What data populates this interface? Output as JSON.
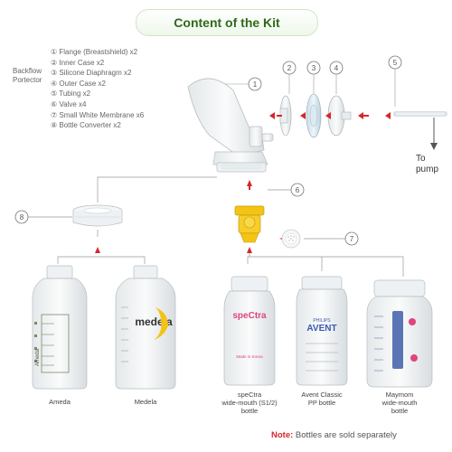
{
  "title": "Content of the Kit",
  "legend": {
    "backflow_label": [
      "Backflow",
      "Portector"
    ],
    "items": [
      "① Flange (Breastshield) x2",
      "② Inner Case x2",
      "③ Silicone Diaphragm x2",
      "④ Outer Case x2",
      "⑤ Tubing x2",
      "⑥ Valve x4",
      "⑦ Small White Membrane x6",
      "⑧ Bottle Converter x2"
    ]
  },
  "callouts": [
    "1",
    "2",
    "3",
    "4",
    "5",
    "6",
    "7",
    "8"
  ],
  "to_pump": [
    "To",
    "pump"
  ],
  "bottle_brands": {
    "spectra": "speCtra",
    "made_in": "Made in Korea",
    "philips": "PHILIPS",
    "avent": "AVENT",
    "medela": "medela",
    "ameda": "Ameda"
  },
  "bottles": [
    {
      "label": [
        "Ameda"
      ]
    },
    {
      "label": [
        "Medela"
      ]
    },
    {
      "label": [
        "speCtra",
        "wide-mouth (S1/2)",
        "bottle"
      ]
    },
    {
      "label": [
        "Avent Classic",
        "PP bottle"
      ]
    },
    {
      "label": [
        "Maymom",
        "wide-mouth",
        "bottle"
      ]
    }
  ],
  "note": {
    "prefix": "Note:",
    "text": " Bottles are sold separately"
  },
  "colors": {
    "arrow": "#d4272d",
    "title_text": "#2f6a1b",
    "line": "#888888",
    "valve": "#f3c316"
  }
}
